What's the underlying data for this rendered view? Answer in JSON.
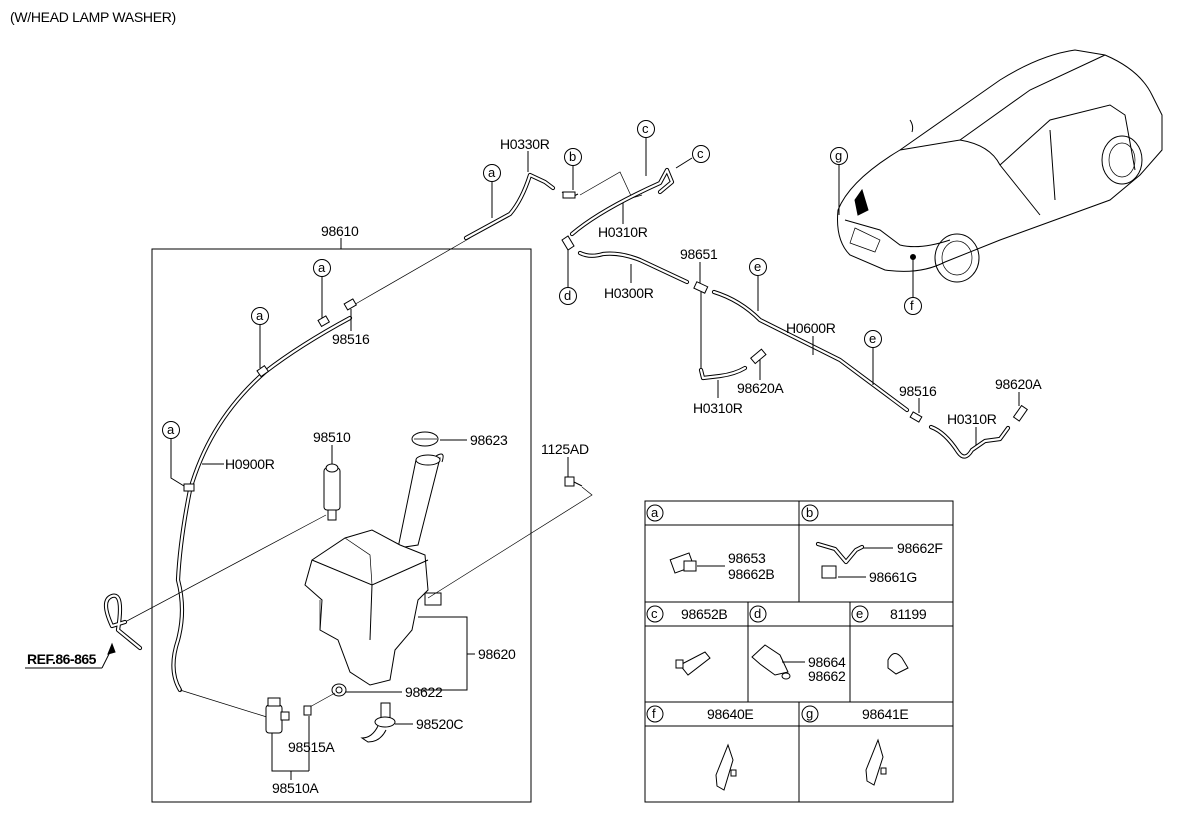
{
  "header": {
    "title": "(W/HEAD LAMP WASHER)"
  },
  "reference": {
    "label": "REF.86-865"
  },
  "main_labels": {
    "assembly": "98610",
    "hose_upper_1": "H0330R",
    "hose_upper_2": "H0310R",
    "hose_mid": "H0300R",
    "joint": "98651",
    "hose_long": "H0600R",
    "hose_left_drop": "H0310R",
    "nozzle_left": "98620A",
    "check_valve_right": "98516",
    "hose_right": "H0310R",
    "nozzle_right": "98620A",
    "check_valve_inner": "98516",
    "hose_main": "H0900R",
    "pump": "98510",
    "cap": "98623",
    "bolt": "1125AD",
    "reservoir": "98620",
    "grommet": "98622",
    "level_sensor": "98520C",
    "seal": "98515A",
    "pump_assy": "98510A"
  },
  "callouts": {
    "a": "a",
    "b": "b",
    "c": "c",
    "d": "d",
    "e": "e",
    "f": "f",
    "g": "g"
  },
  "legend": {
    "cells": [
      {
        "key": "a",
        "title": "",
        "parts": [
          "98653",
          "98662B"
        ]
      },
      {
        "key": "b",
        "title": "",
        "parts": [
          "98662F",
          "98661G"
        ]
      },
      {
        "key": "c",
        "title": "98652B",
        "parts": []
      },
      {
        "key": "d",
        "title": "",
        "parts": [
          "98664",
          "98662"
        ]
      },
      {
        "key": "e",
        "title": "81199",
        "parts": []
      },
      {
        "key": "f",
        "title": "98640E",
        "parts": []
      },
      {
        "key": "g",
        "title": "98641E",
        "parts": []
      }
    ]
  }
}
